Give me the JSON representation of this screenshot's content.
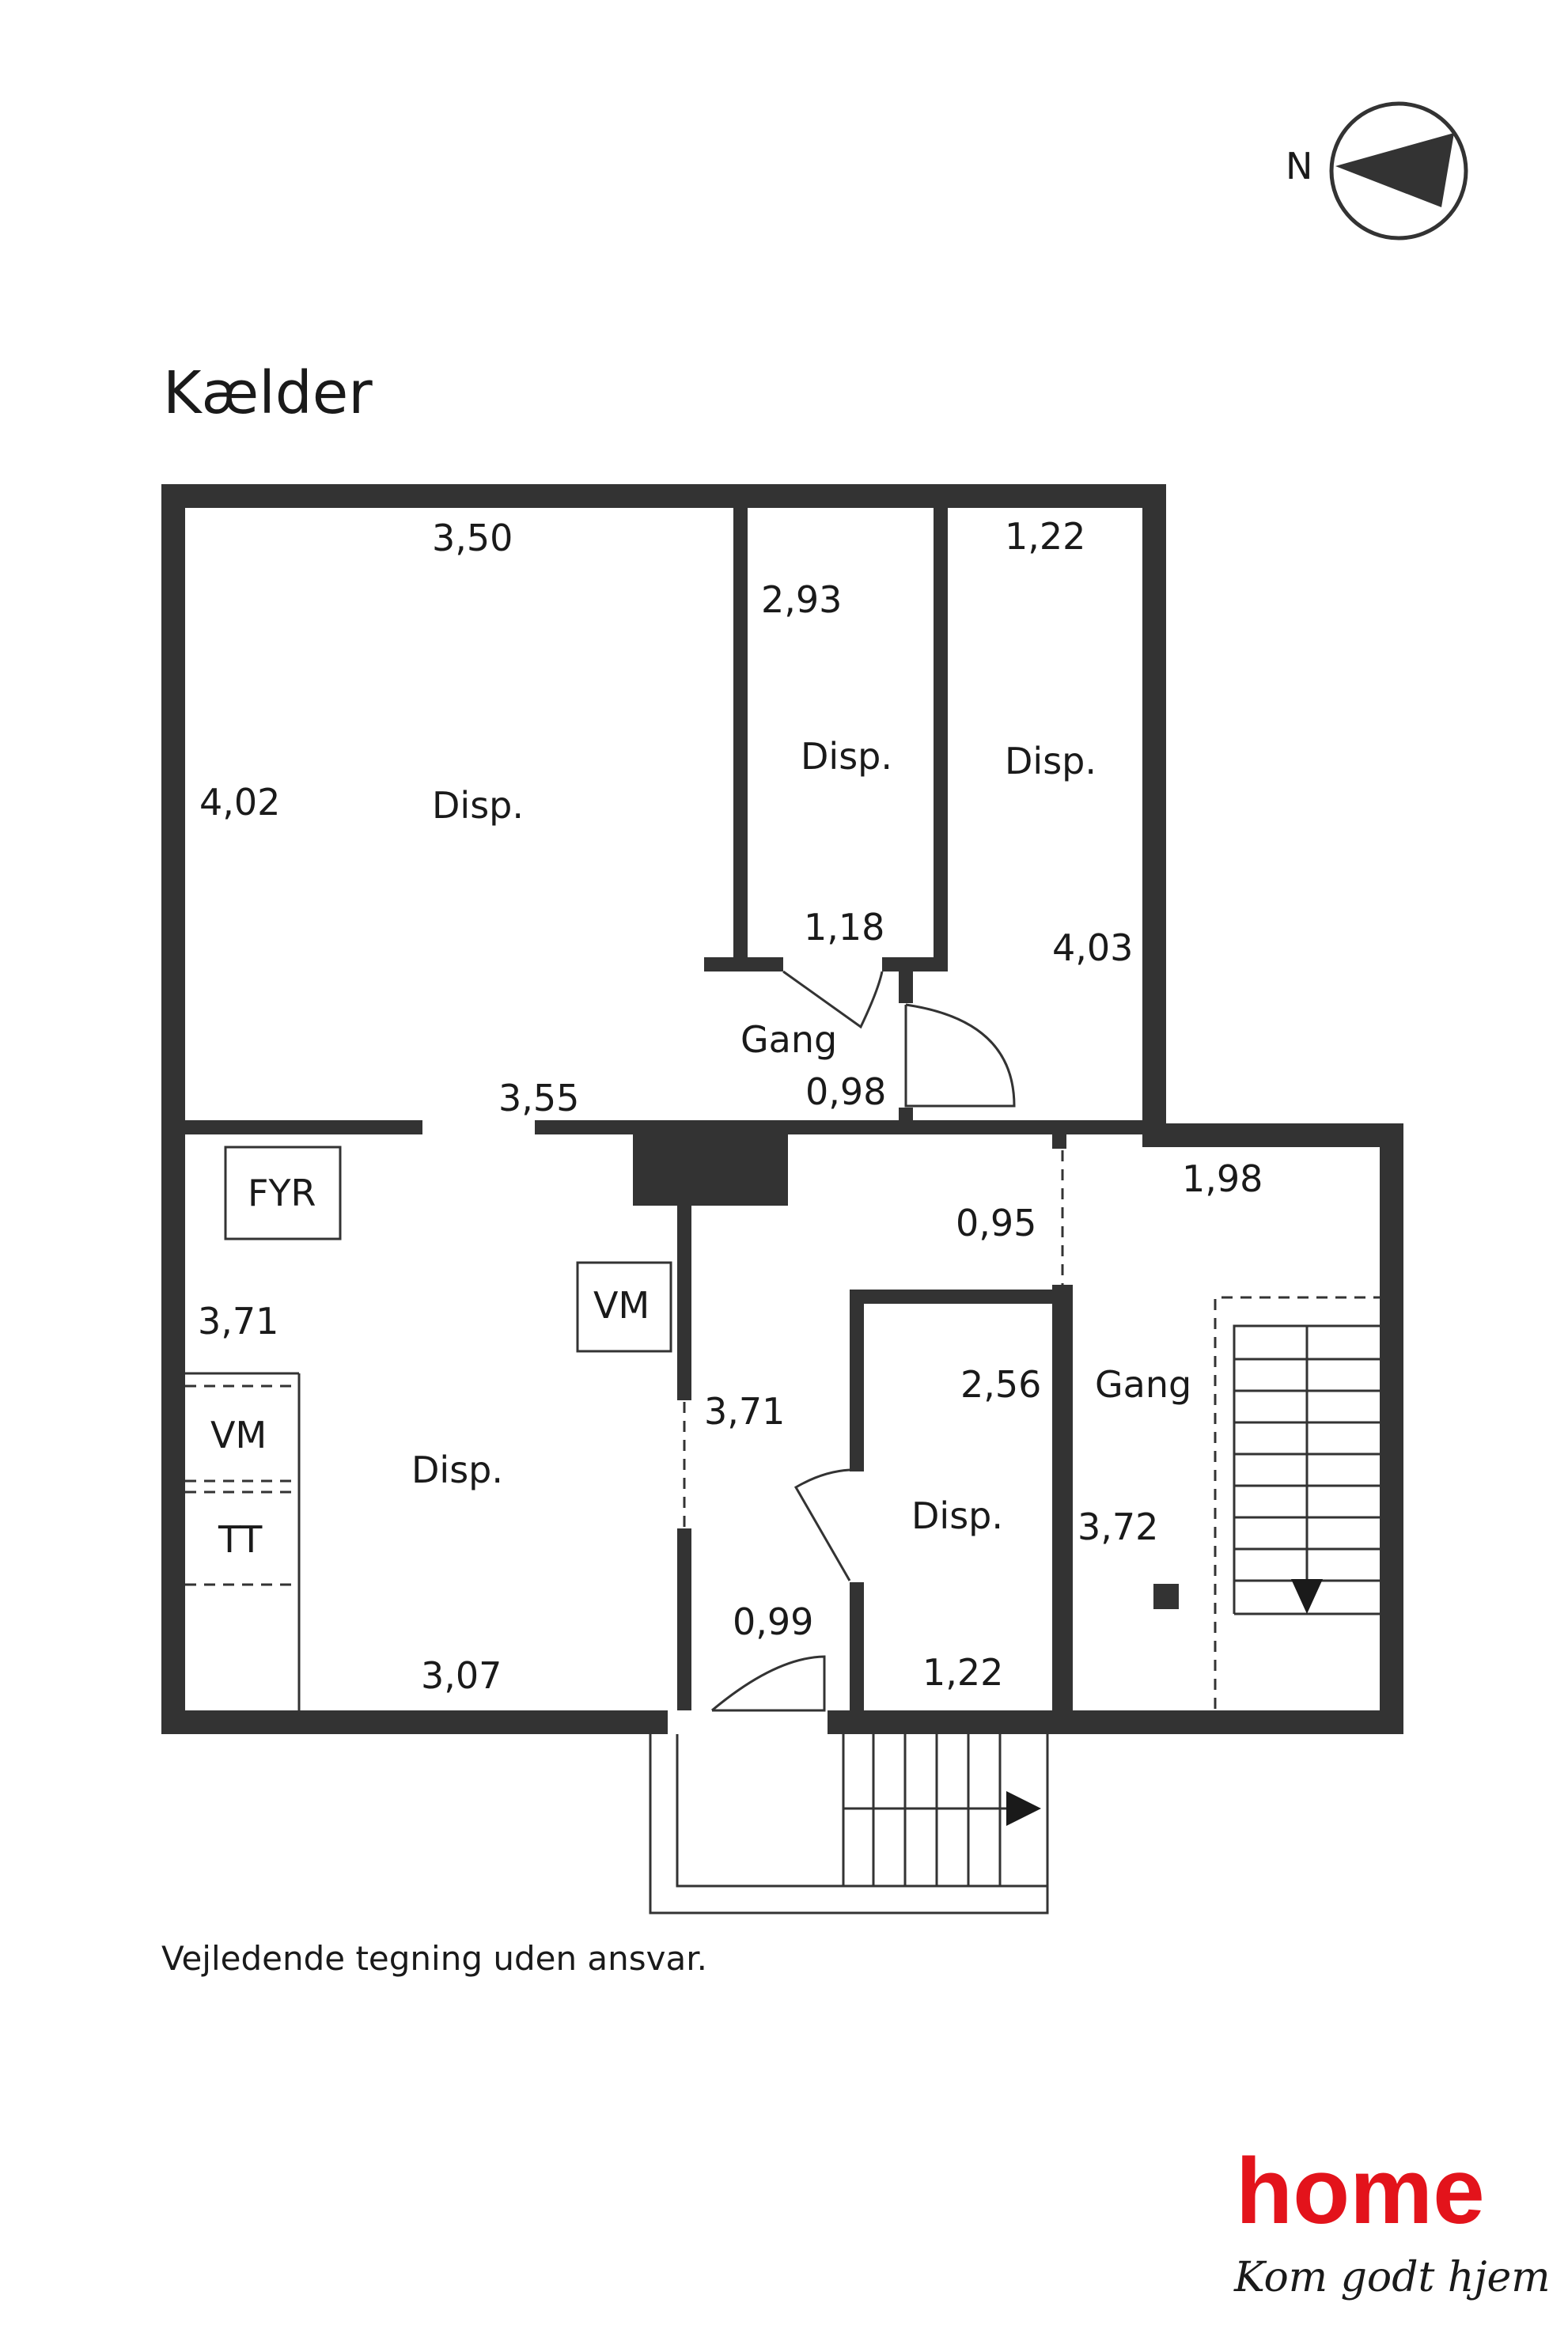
{
  "compass": {
    "label": "N",
    "icon": "north-arrow-icon"
  },
  "title": "Kælder",
  "rooms": [
    {
      "name": "Disp.",
      "dims": [
        "3,50",
        "4,02"
      ]
    },
    {
      "name": "Disp.",
      "dims": [
        "2,93",
        "1,18"
      ]
    },
    {
      "name": "Disp.",
      "dims": [
        "1,22",
        "4,03"
      ]
    },
    {
      "name": "Gang",
      "dims": [
        "0,98",
        "3,55"
      ]
    },
    {
      "name": "Disp.",
      "dims": [
        "3,71",
        "3,71",
        "3,07"
      ]
    },
    {
      "name": "Disp.",
      "dims": [
        "2,56",
        "1,22"
      ]
    },
    {
      "name": "Gang",
      "dims": [
        "0,95",
        "1,98",
        "3,72"
      ]
    }
  ],
  "fixtures": {
    "fyr": "FYR",
    "vm1": "VM",
    "vm2": "VM",
    "tt": "TT"
  },
  "door_dim": "0,99",
  "disclaimer": "Vejledende tegning uden ansvar.",
  "logo": {
    "brand": "home",
    "slogan": "Kom godt hjem",
    "color": "#e3131b"
  },
  "colors": {
    "wall": "#333333",
    "text": "#1a1a1a"
  }
}
